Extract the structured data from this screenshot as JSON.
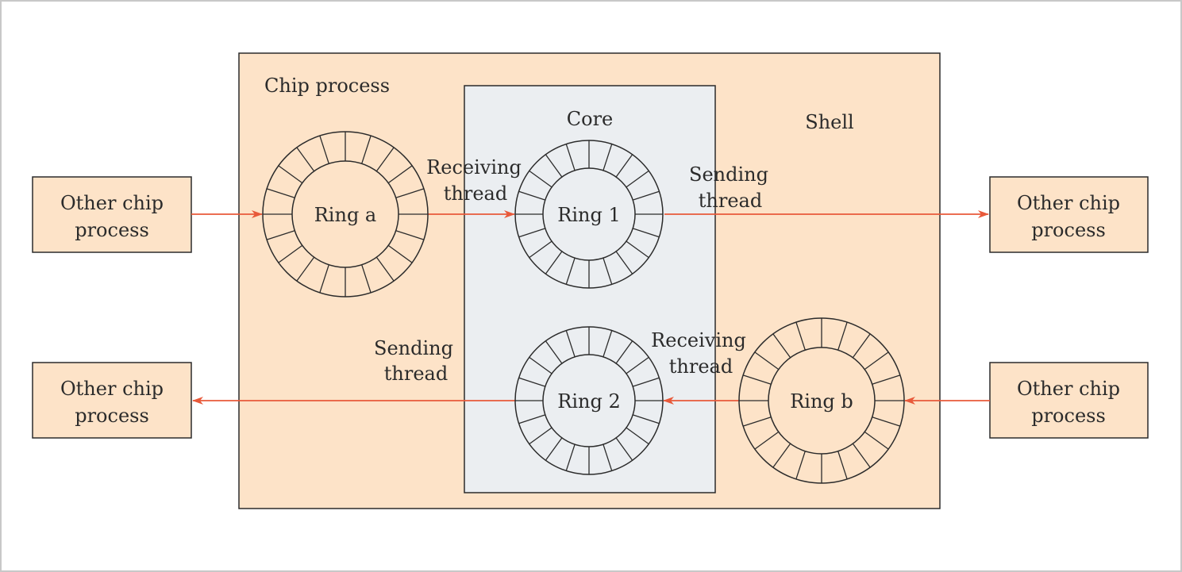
{
  "diagram": {
    "chip_process_label": "Chip process",
    "core_label": "Core",
    "shell_label": "Shell",
    "rings": {
      "ring_a": {
        "label": "Ring a"
      },
      "ring_1": {
        "label": "Ring 1"
      },
      "ring_2": {
        "label": "Ring 2"
      },
      "ring_b": {
        "label": "Ring b"
      }
    },
    "external_boxes": {
      "top_left": {
        "line1": "Other chip",
        "line2": "process"
      },
      "top_right": {
        "line1": "Other chip",
        "line2": "process"
      },
      "bottom_left": {
        "line1": "Other chip",
        "line2": "process"
      },
      "bottom_right": {
        "line1": "Other chip",
        "line2": "process"
      }
    },
    "threads": {
      "receiving_top": {
        "line1": "Receiving",
        "line2": "thread"
      },
      "sending_top": {
        "line1": "Sending",
        "line2": "thread"
      },
      "sending_bottom": {
        "line1": "Sending",
        "line2": "thread"
      },
      "receiving_bottom": {
        "line1": "Receiving",
        "line2": "thread"
      }
    },
    "colors": {
      "shell_fill": "#fde3c8",
      "core_fill": "#ebeef1",
      "box_fill": "#fde3c8",
      "stroke": "#2b2b2b",
      "arrow": "#e8593a",
      "frame": "#c8c8c8"
    }
  }
}
